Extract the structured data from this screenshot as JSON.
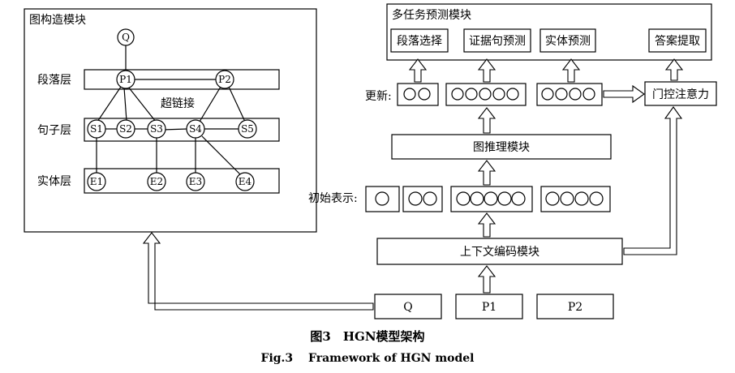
{
  "graph_module": {
    "title": "图构造模块",
    "hyperlink_label": "超链接",
    "layers": {
      "paragraph": "段落层",
      "sentence": "句子层",
      "entity": "实体层"
    },
    "nodes": {
      "q": "Q",
      "p1": "P1",
      "p2": "P2",
      "s1": "S1",
      "s2": "S2",
      "s3": "S3",
      "s4": "S4",
      "s5": "S5",
      "e1": "E1",
      "e2": "E2",
      "e3": "E3",
      "e4": "E4"
    }
  },
  "multitask_module": {
    "title": "多任务预测模块",
    "tasks": [
      "段落选择",
      "证据句预测",
      "实体预测",
      "答案提取"
    ]
  },
  "update_label": "更新:",
  "gated_attention": "门控注意力",
  "graph_reasoning": "图推理模块",
  "initial_repr_label": "初始表示:",
  "context_encoding": "上下文编码模块",
  "inputs": [
    "Q",
    "P1",
    "P2"
  ],
  "caption": {
    "cn": "图3　HGN模型架构",
    "en": "Fig.3　 Framework of HGN model"
  }
}
